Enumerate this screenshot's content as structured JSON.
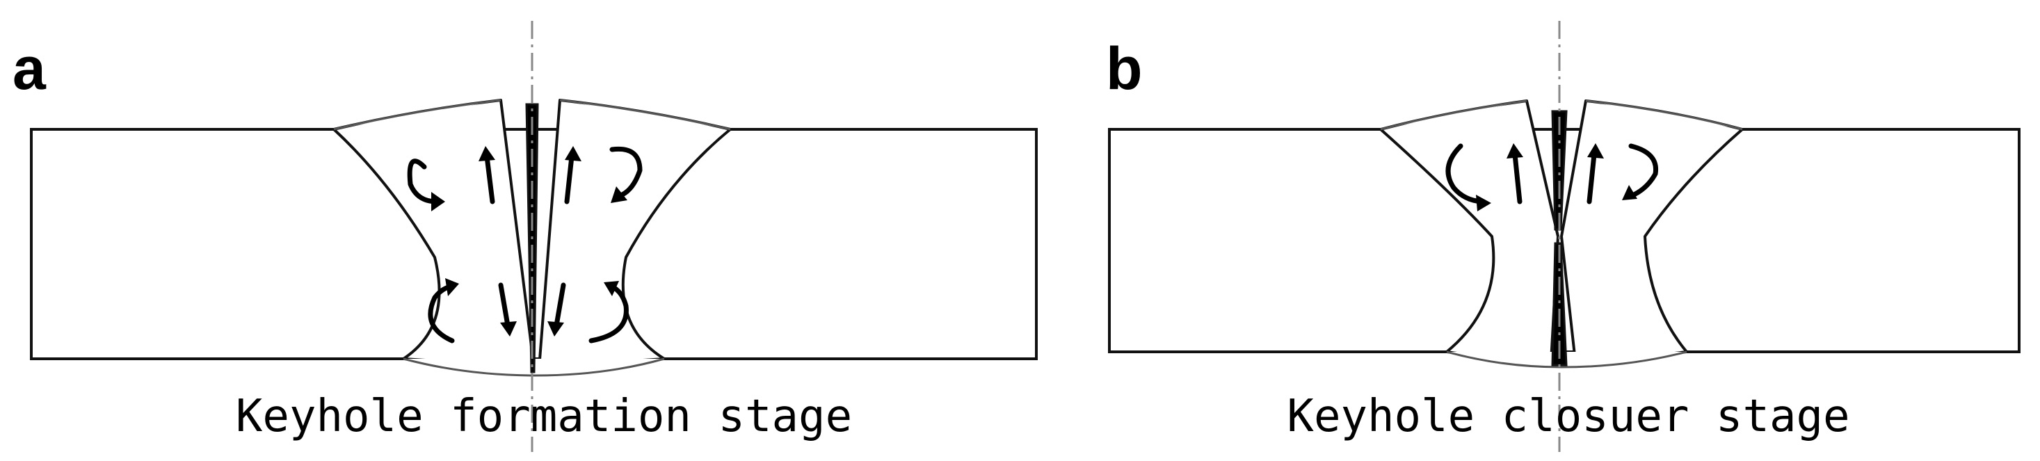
{
  "panels": [
    {
      "letter": "a",
      "caption": "Keyhole formation stage"
    },
    {
      "letter": "b",
      "caption": "Keyhole closuer stage"
    }
  ],
  "colors": {
    "outline": "#111111",
    "centerline": "#888888",
    "arrow": "#000000",
    "background": "#ffffff"
  }
}
